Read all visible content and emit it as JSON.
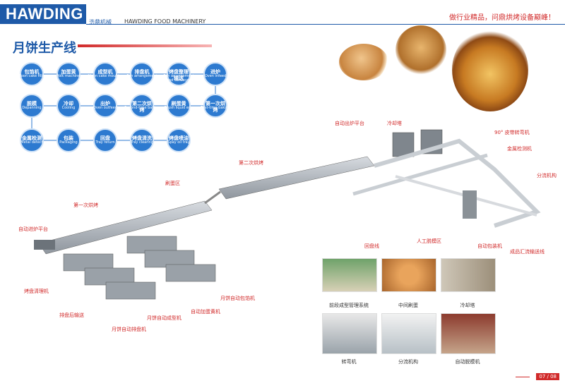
{
  "header": {
    "brand": "HAWDING",
    "brand_cn": "浩鼎机械",
    "brand_en": "HAWDING FOOD MACHINERY",
    "slogan": "做行业精品，问鼎烘烤设备巅峰！"
  },
  "page_title": "月饼生产线",
  "process_steps": [
    {
      "cn": "包馅机",
      "en": "Moon cake filler"
    },
    {
      "cn": "加蛋黄",
      "en": "Yolk machine"
    },
    {
      "cn": "成型机",
      "en": "Moon cake moulder"
    },
    {
      "cn": "排盘机",
      "en": "Pan arrangement"
    },
    {
      "cn": "烤盘整理输送",
      "en": "Pan arrangement and conveyor"
    },
    {
      "cn": "进炉",
      "en": "Oven infeed"
    },
    {
      "cn": "脱模",
      "en": "Depanning"
    },
    {
      "cn": "冷却",
      "en": "Cooling"
    },
    {
      "cn": "出炉",
      "en": "Oven outfeed"
    },
    {
      "cn": "第二次烘烤",
      "en": "Second-time baking"
    },
    {
      "cn": "刷蛋黄",
      "en": "Brush liquid egg"
    },
    {
      "cn": "第一次烘烤",
      "en": "First-time baking"
    },
    {
      "cn": "金属检测",
      "en": "Metal detect"
    },
    {
      "cn": "包装",
      "en": "Packaging"
    },
    {
      "cn": "回盘",
      "en": "Tray return"
    },
    {
      "cn": "烤盘清洗",
      "en": "Tray clearing"
    },
    {
      "cn": "烤盘喷油",
      "en": "Spay oil tray"
    }
  ],
  "line_labels": {
    "auto_outfeed": "自动出炉平台",
    "cooling_tower_top": "冷却塔",
    "turn_90": "90° 皮带转弯机",
    "metal_detector": "金属检测机",
    "splitter": "分流机构",
    "second_bake": "第二次烘烤",
    "egg_brush_zone": "刷蛋区",
    "first_bake": "第一次烘烤",
    "auto_infeed": "自动进炉平台",
    "tray_return_line": "回盘线",
    "manual_depanning": "人工脱模区",
    "auto_packer": "自动包装机",
    "product_merge": "成品汇流输送线",
    "tray_cleaner": "烤盘清理机",
    "tray_rear_conveyor": "排盘后输送",
    "auto_encruster": "月饼自动包馅机",
    "auto_yolk": "自动加蛋黄机",
    "auto_moulder": "月饼自动成型机",
    "auto_tray_arranger": "月饼自动排盘机"
  },
  "photos": [
    {
      "caption": "前段成型管理系统"
    },
    {
      "caption": "中间刷蛋"
    },
    {
      "caption": "冷却塔"
    },
    {
      "caption": "转弯机"
    },
    {
      "caption": "分流机构"
    },
    {
      "caption": "自动脱模机"
    }
  ],
  "page_number": "07 / 08"
}
